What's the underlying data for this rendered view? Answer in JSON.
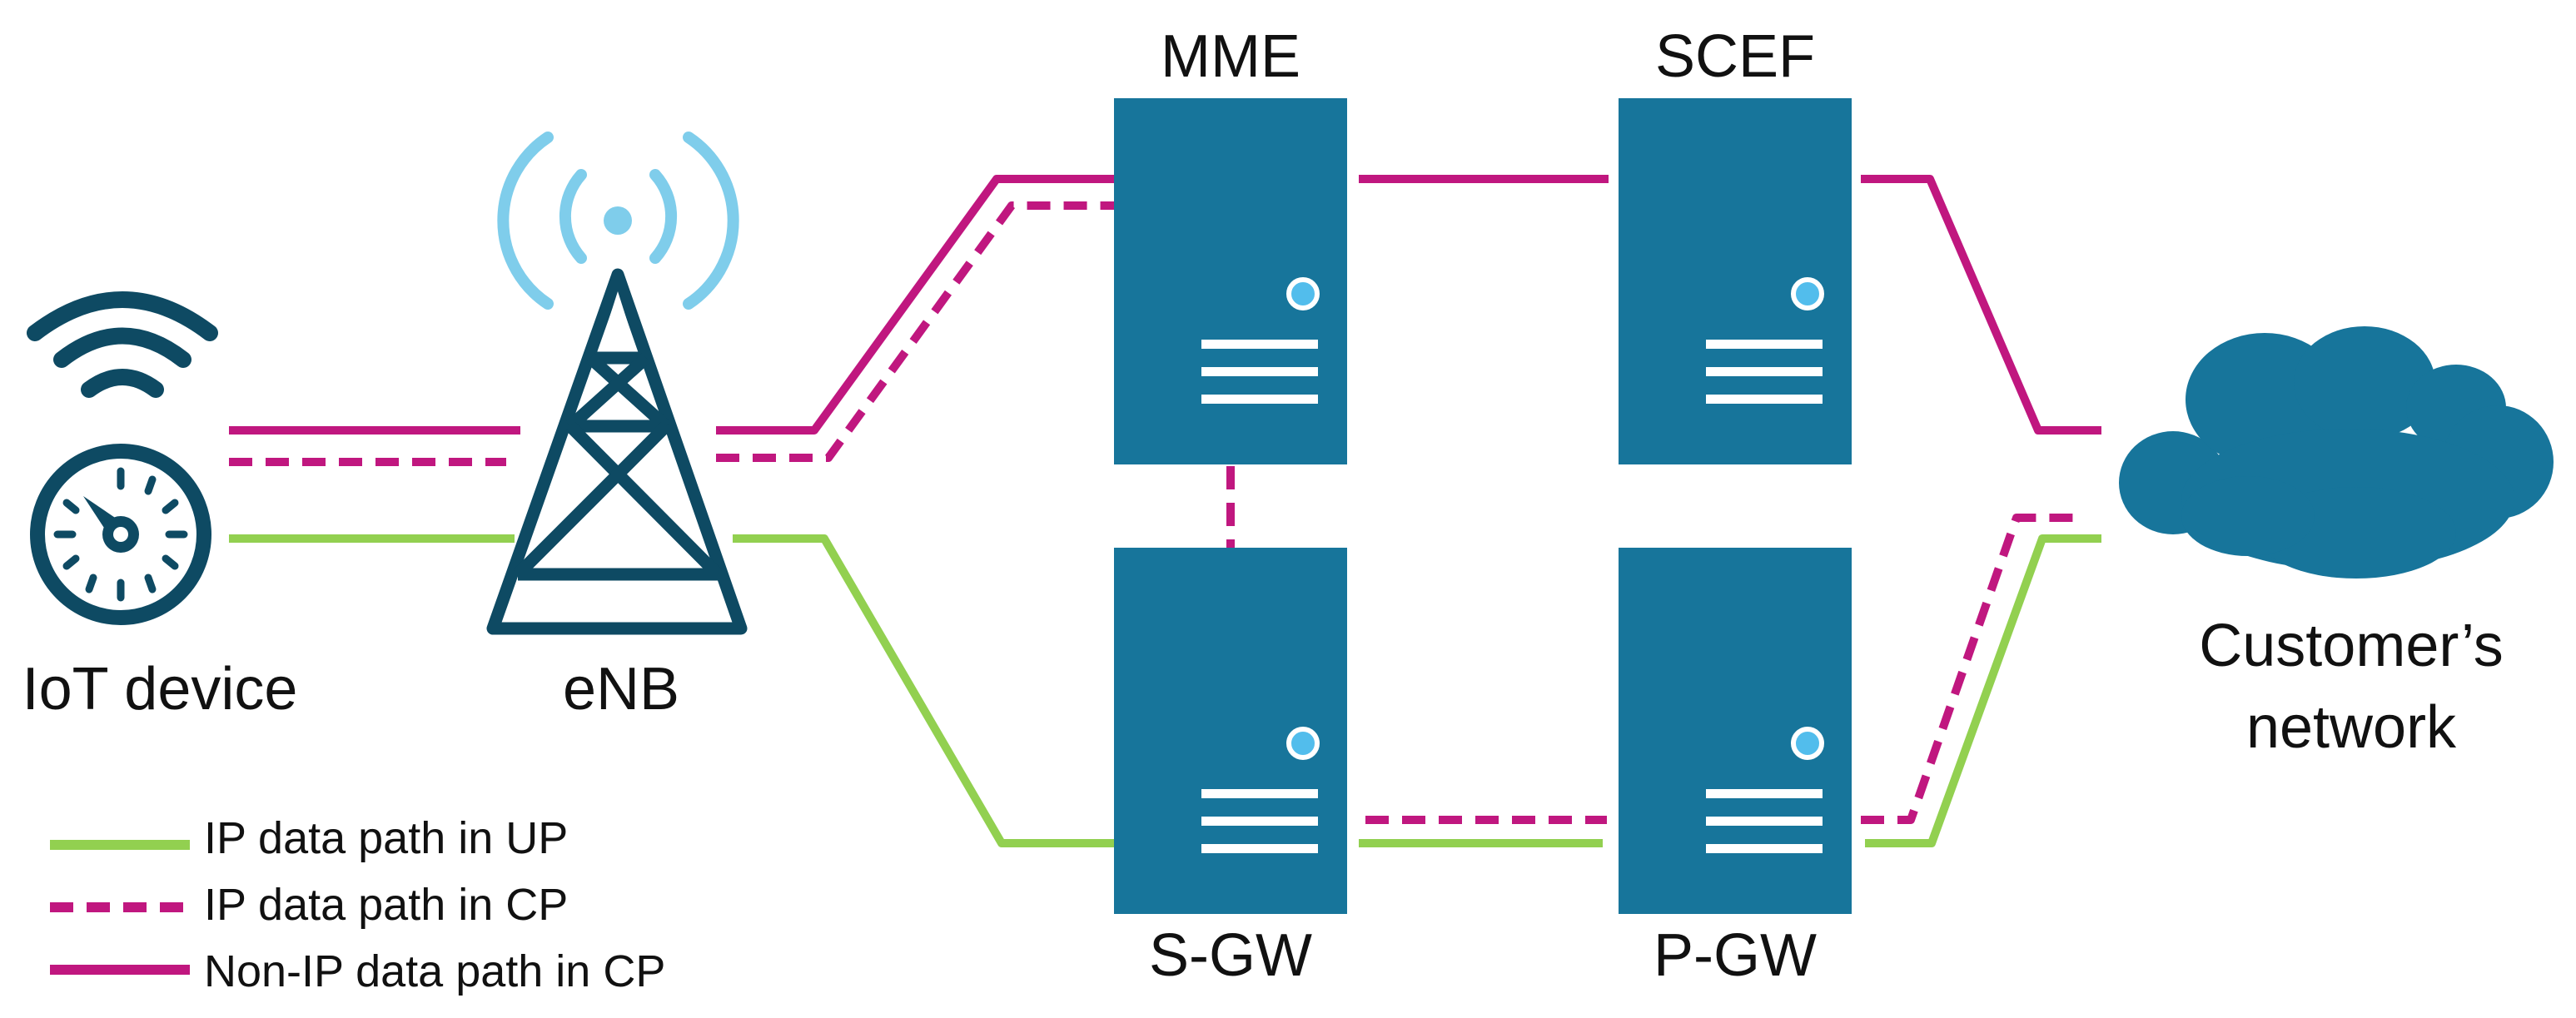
{
  "nodes": {
    "iot_device": "IoT device",
    "enb": "eNB",
    "mme": "MME",
    "scef": "SCEF",
    "sgw": "S-GW",
    "pgw": "P-GW",
    "customer_network_line1": "Customer’s",
    "customer_network_line2": "network"
  },
  "legend": [
    {
      "label": "IP data path in UP",
      "style": "solid",
      "color": "#92D050"
    },
    {
      "label": "IP data path in CP",
      "style": "dashed",
      "color": "#C0177F"
    },
    {
      "label": "Non-IP data path in CP",
      "style": "solid",
      "color": "#C0177F"
    }
  ],
  "colors": {
    "server": "#17759B",
    "cloud": "#17759B",
    "tower": "#0E4A63",
    "signal": "#7FCDEB",
    "iot": "#0E4A63",
    "green": "#92D050",
    "magenta": "#C0177F",
    "server_led": "#52BDEC"
  },
  "icons": [
    "iot-device-icon",
    "tower-icon",
    "server-icon",
    "cloud-icon",
    "wifi-icon"
  ]
}
